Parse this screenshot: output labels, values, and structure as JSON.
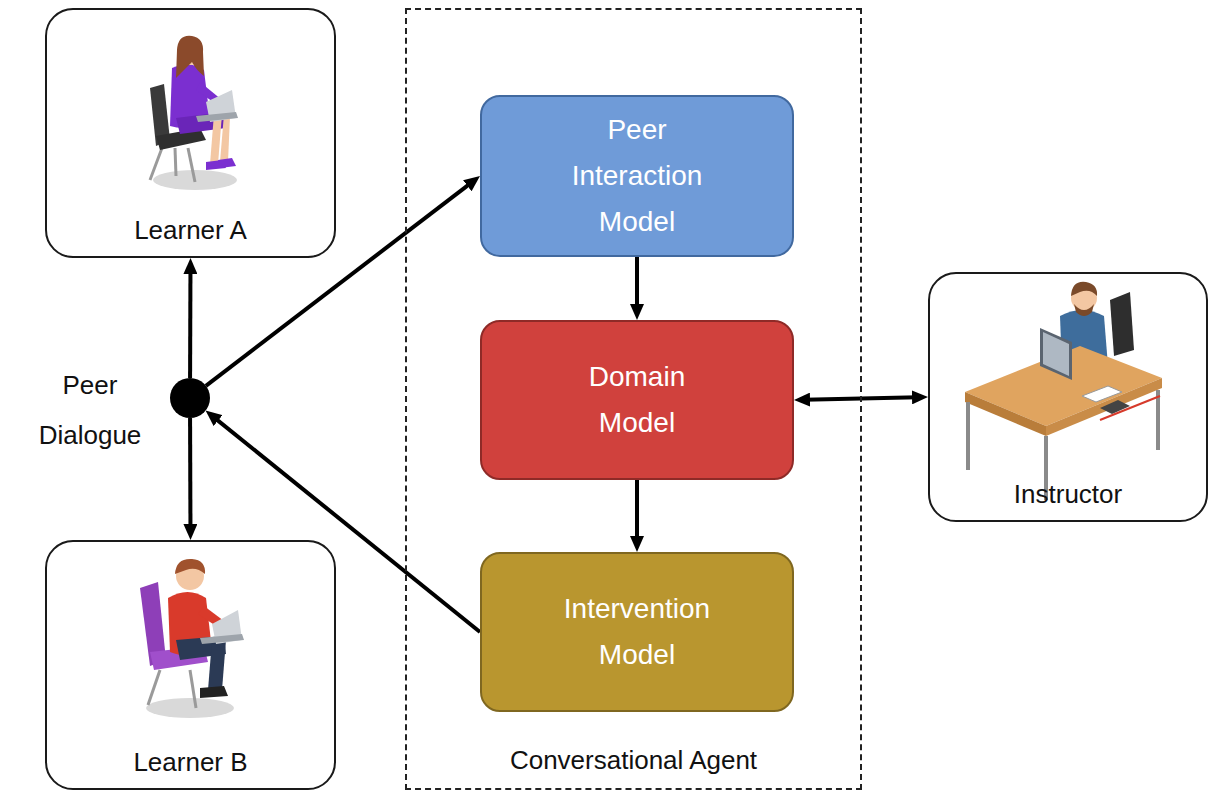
{
  "diagram": {
    "nodes": [
      {
        "text": [
          "Learner A"
        ]
      },
      {
        "text": [
          "Peer Dialogue"
        ]
      },
      {
        "text": [
          "Learner B"
        ]
      },
      {
        "text": [
          "Conversational Agent"
        ]
      },
      {
        "text": [
          "Peer Interaction Model"
        ],
        "in": 3
      },
      {
        "text": [
          "Domain Model"
        ],
        "in": 3
      },
      {
        "text": [
          "Intervention Model"
        ],
        "in": 3
      },
      {
        "text": [
          "Instructor"
        ]
      }
    ],
    "edges": [
      {
        "from": 1,
        "to": 0,
        "arrow": "to"
      },
      {
        "from": 1,
        "to": 2,
        "arrow": "to"
      },
      {
        "from": 1,
        "to": 4,
        "arrow": "to"
      },
      {
        "from": 6,
        "to": 1,
        "arrow": "to"
      },
      {
        "from": 4,
        "to": 5,
        "arrow": "to"
      },
      {
        "from": 5,
        "to": 6,
        "arrow": "to"
      },
      {
        "from": 5,
        "to": 7,
        "arrow": "both"
      }
    ]
  }
}
